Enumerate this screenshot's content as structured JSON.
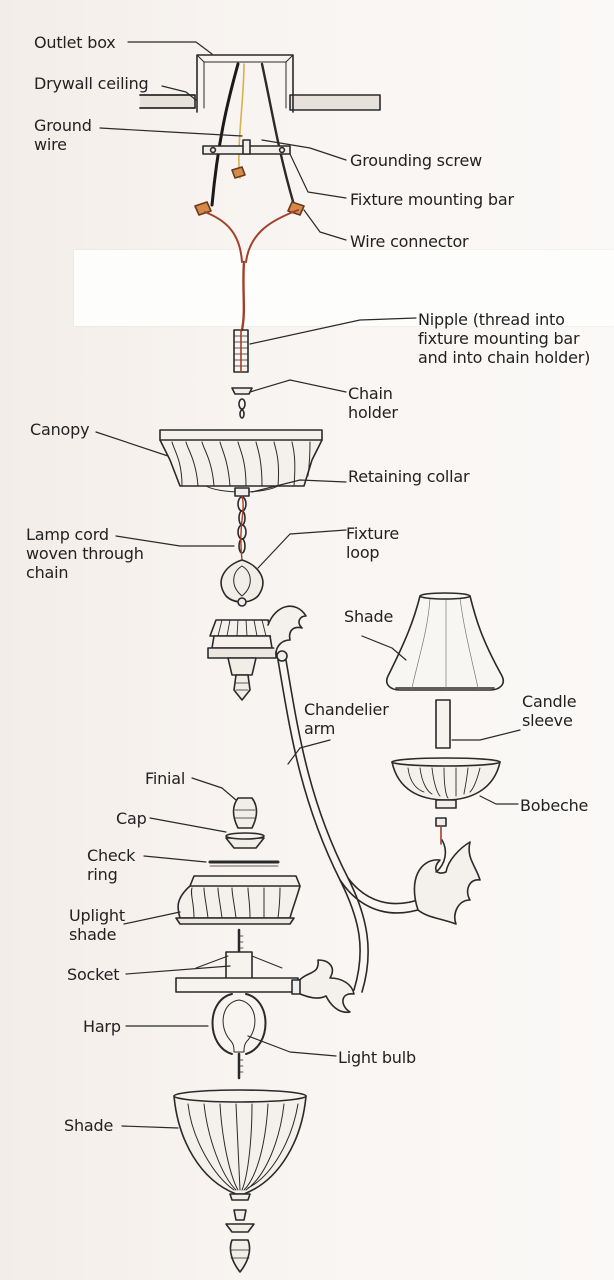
{
  "labels": {
    "outlet_box": "Outlet box",
    "drywall_ceiling": "Drywall ceiling",
    "ground_wire": "Ground\nwire",
    "grounding_screw": "Grounding screw",
    "fixture_mounting_bar": "Fixture mounting bar",
    "wire_connector": "Wire connector",
    "nipple": "Nipple (thread into\nfixture mounting bar\nand into chain holder)",
    "chain_holder": "Chain\nholder",
    "canopy": "Canopy",
    "retaining_collar": "Retaining collar",
    "lamp_cord": "Lamp cord\nwoven through\nchain",
    "fixture_loop": "Fixture\nloop",
    "shade_top": "Shade",
    "chandelier_arm": "Chandelier\narm",
    "candle_sleeve": "Candle\nsleeve",
    "bobeche": "Bobeche",
    "finial": "Finial",
    "cap": "Cap",
    "check_ring": "Check\nring",
    "uplight_shade": "Uplight\nshade",
    "socket": "Socket",
    "harp": "Harp",
    "light_bulb": "Light bulb",
    "shade_bottom": "Shade"
  },
  "colors": {
    "line": "#2a2a2a",
    "wire_black": "#1a1a1a",
    "wire_yellow": "#d9b24a",
    "wire_red": "#a3402a",
    "connector": "#d58a4a",
    "ceiling_fill": "#d9d6cf"
  }
}
